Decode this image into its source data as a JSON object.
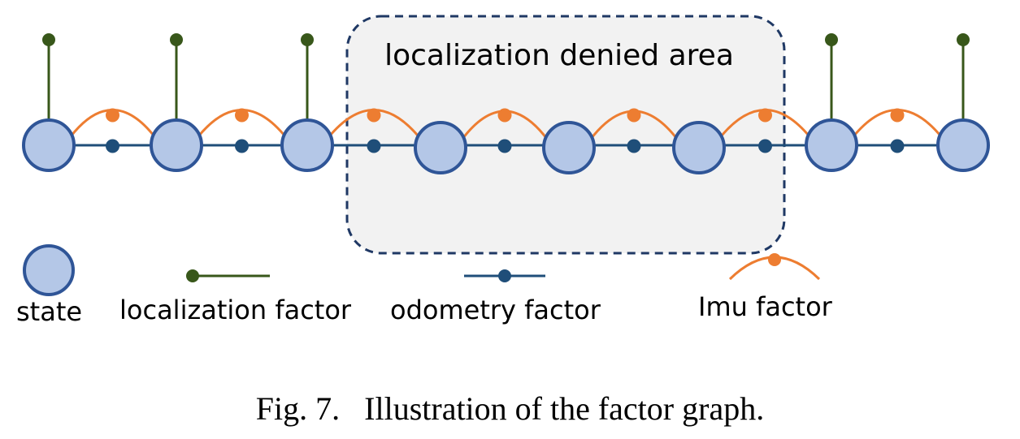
{
  "region": {
    "label": "localization denied area"
  },
  "legend": {
    "state": "state",
    "localization": "localization factor",
    "odometry": "odometry factor",
    "imu": "Imu factor"
  },
  "caption": "Fig. 7.   Illustration of the factor graph.",
  "graph": {
    "state_count": 8,
    "localization_factor_states": [
      0,
      1,
      2,
      6,
      7
    ],
    "denied_states": [
      3,
      4,
      5
    ]
  },
  "colors": {
    "state_fill": "#b4c7e7",
    "state_stroke": "#2f5597",
    "localization": "#38571a",
    "odometry": "#1f4e79",
    "imu": "#ed7d31",
    "region_fill": "#f2f2f2",
    "region_stroke": "#1f3864"
  }
}
